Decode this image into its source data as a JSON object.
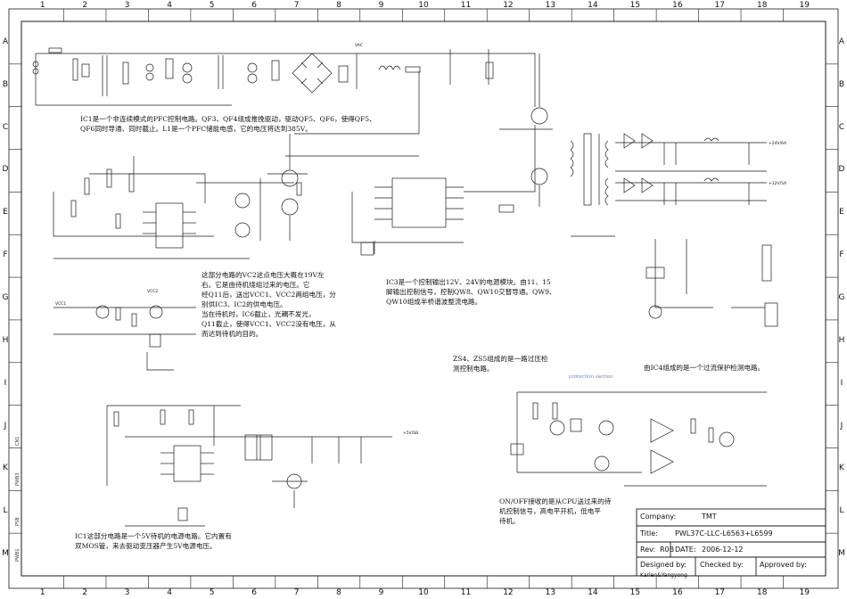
{
  "grid": {
    "columns": [
      "1",
      "2",
      "3",
      "4",
      "5",
      "6",
      "7",
      "8",
      "9",
      "10",
      "11",
      "12",
      "13",
      "14",
      "15",
      "16",
      "17",
      "18",
      "19"
    ],
    "rows": [
      "A",
      "B",
      "C",
      "D",
      "E",
      "F",
      "G",
      "H",
      "I",
      "J",
      "K",
      "L",
      "M"
    ]
  },
  "notes": {
    "pfc": "IC1是一个非连续模式的PFC控制电路。QF3、QF4组成推挽驱动，驱动QF5、QF6，使得QF5、\nQF6同时导通、同时截止。L1是一个PFC储能电感，它的电压将达到385V。",
    "vcc": "这部分电路的VC2这点电压大概在19V左\n右。它是由待机绕组过来的电压。它\n经Q11后，送出VCC1、VCC2两组电压，分\n别供IC3、IC2的供电电压。\n当在待机时，IC6截止，光耦不发光，\nQ11截止，使得VCC1、VCC2没有电压，从\n而达到待机的目的。",
    "llc": "IC3是一个控制输出12V、24V的电源模块。由11、15\n脚输出控制信号，控制QW8、QW10交替导通。QW9、\nQW10组成半桥谐波整流电路。",
    "ovp": "ZS4、ZS5组成的是一路过压检\n测控制电路。",
    "ocp": "由IC4组成的是一个过流保护检测电路。",
    "onoff": "ON/OFF接收的是从CPU送过来的待\n机控制信号，高电平开机，低电平\n待机。",
    "standby": "IC1这部分电路是一个5V待机的电源电路。它内置有\n双MOS管，来去驱动变压器产生5V电源电压。"
  },
  "section_label": "protection section",
  "side_labels": [
    "CN1",
    "PWB3",
    "PSB",
    "PWB1"
  ],
  "title_block": {
    "company_label": "Company:",
    "company": "TMT",
    "title_label": "Title:",
    "title": "PWL37C-LLC-L6563+L6599",
    "rev_label": "Rev:",
    "rev": "R0B",
    "date_label": "DATE:",
    "date": "2006-12-12",
    "designed_label": "Designed by:",
    "checked_label": "Checked by:",
    "approved_label": "Approved by:",
    "designer": "Karlen&Yangyong"
  },
  "net_labels": {
    "out24": "+24V/6A",
    "out12": "+12V/5A",
    "out5": "+5V/SB",
    "vcc1": "VCC1",
    "vcc2": "VCC2",
    "vac": "VAC"
  },
  "colors": {
    "line": "#1a1a1a",
    "accent": "#7a86c4",
    "paper": "#ffffff"
  }
}
